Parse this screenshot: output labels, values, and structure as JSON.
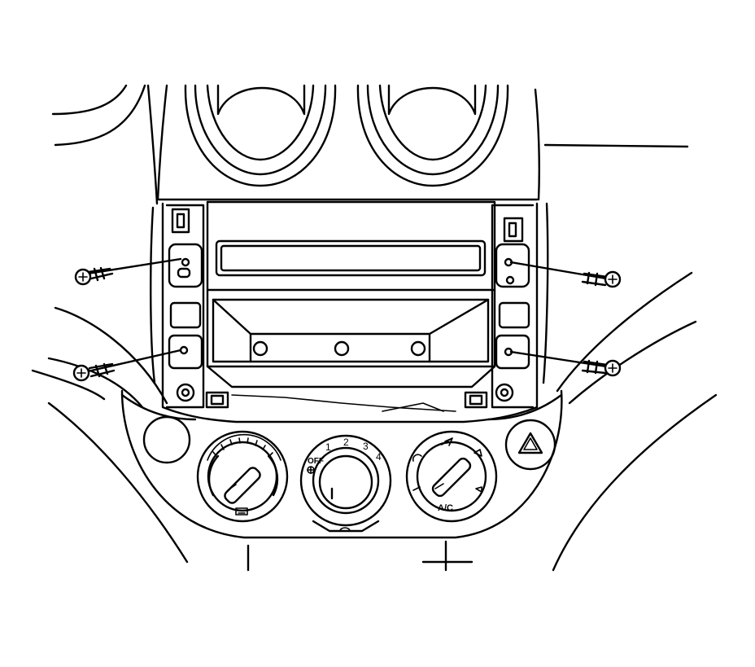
{
  "fan_knob": {
    "off_label": "OFF",
    "speed_labels": [
      "1",
      "2",
      "3",
      "4"
    ]
  },
  "mode_knob": {
    "ac_label": "A/C"
  },
  "icons": {
    "screws": [
      "screw-icon",
      "screw-icon",
      "screw-icon",
      "screw-icon"
    ],
    "hazard": "hazard-triangle-icon",
    "rear_defrost": "rear-defrost-icon",
    "recirculation": "recirculation-icon",
    "fan": "fan-icon"
  },
  "colors": {
    "line": "#000000",
    "background": "#ffffff"
  }
}
